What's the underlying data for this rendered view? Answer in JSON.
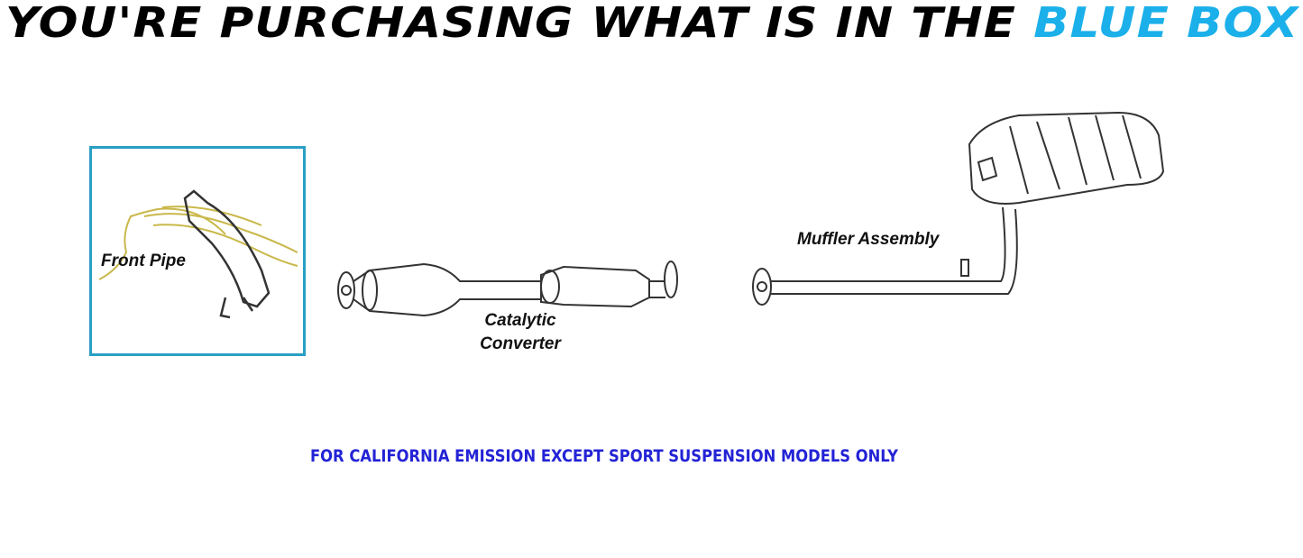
{
  "headline": {
    "prefix": "YOU'RE PURCHASING WHAT IS IN THE ",
    "highlight": "BLUE BOX"
  },
  "parts": [
    {
      "label": "Front Pipe",
      "selected": true
    },
    {
      "label": "Catalytic Converter",
      "selected": false
    },
    {
      "label": "Muffler Assembly",
      "selected": false
    }
  ],
  "note": "FOR CALIFORNIA EMISSION EXCEPT SPORT SUSPENSION MODELS ONLY",
  "colors": {
    "highlight": "#1bb0ea",
    "box_border": "#2a9fc4",
    "note": "#2323d6"
  }
}
